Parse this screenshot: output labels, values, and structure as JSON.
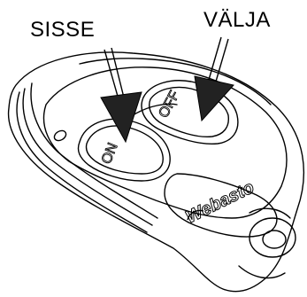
{
  "labels": {
    "on_label": "SISSE",
    "off_label": "VÄLJA"
  },
  "buttons": {
    "on_text": "ON",
    "off_text": "OFF"
  },
  "brand": {
    "logo_text": "Webasto"
  },
  "icons": {
    "arrows": "down-arrow-icon",
    "led": "led-indicator-icon",
    "keyring": "keyring-loop-icon"
  },
  "colors": {
    "outline": "#000000",
    "arrow": "#222222",
    "background": "#ffffff"
  }
}
